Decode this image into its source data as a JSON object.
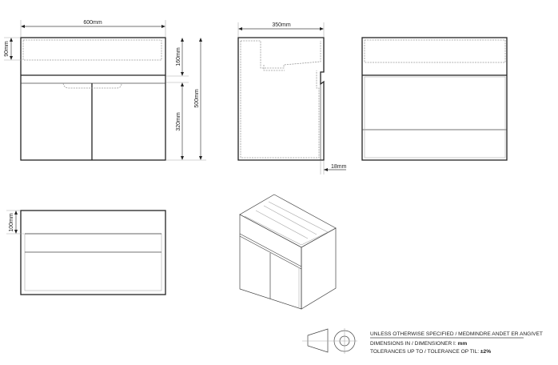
{
  "dimensions": {
    "width_front": "600mm",
    "basin_depth": "90mm",
    "top_height": "160mm",
    "door_height": "320mm",
    "total_height": "500mm",
    "depth_side": "350mm",
    "door_thickness": "18mm",
    "plan_offset": "100mm"
  },
  "notes": {
    "line1": "UNLESS OTHERWISE SPECIFIED / MEDMINDRE ANDET ER ANGIVET",
    "line2_prefix": "DIMENSIONS IN / DIMENSIONER I: ",
    "line2_unit": "mm",
    "line3_prefix": "TOLERANCES UP TO / TOLERANCE OP TIL: ",
    "line3_value": "±2%"
  }
}
